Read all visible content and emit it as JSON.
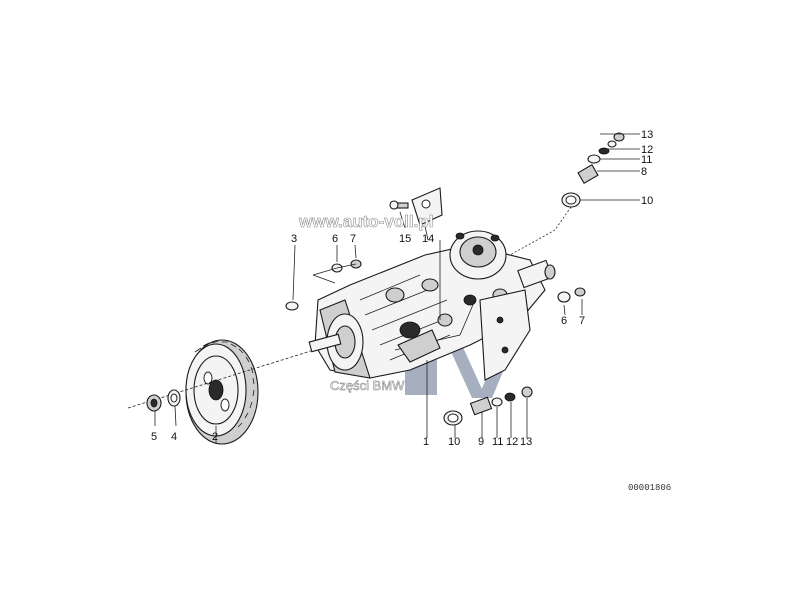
{
  "diagram": {
    "watermark_url": "www.auto-voll.pl",
    "watermark_caption": "Części BMW",
    "reference_code": "00001806",
    "callouts": {
      "c1": "1",
      "c2": "2",
      "c3": "3",
      "c4": "4",
      "c5": "5",
      "c6a": "6",
      "c7a": "7",
      "c6b": "6",
      "c7b": "7",
      "c8": "8",
      "c9": "9",
      "c10a": "10",
      "c10b": "10",
      "c11a": "11",
      "c11b": "11",
      "c12a": "12",
      "c12b": "12",
      "c13a": "13",
      "c13b": "13",
      "c14": "14",
      "c15": "15"
    }
  }
}
